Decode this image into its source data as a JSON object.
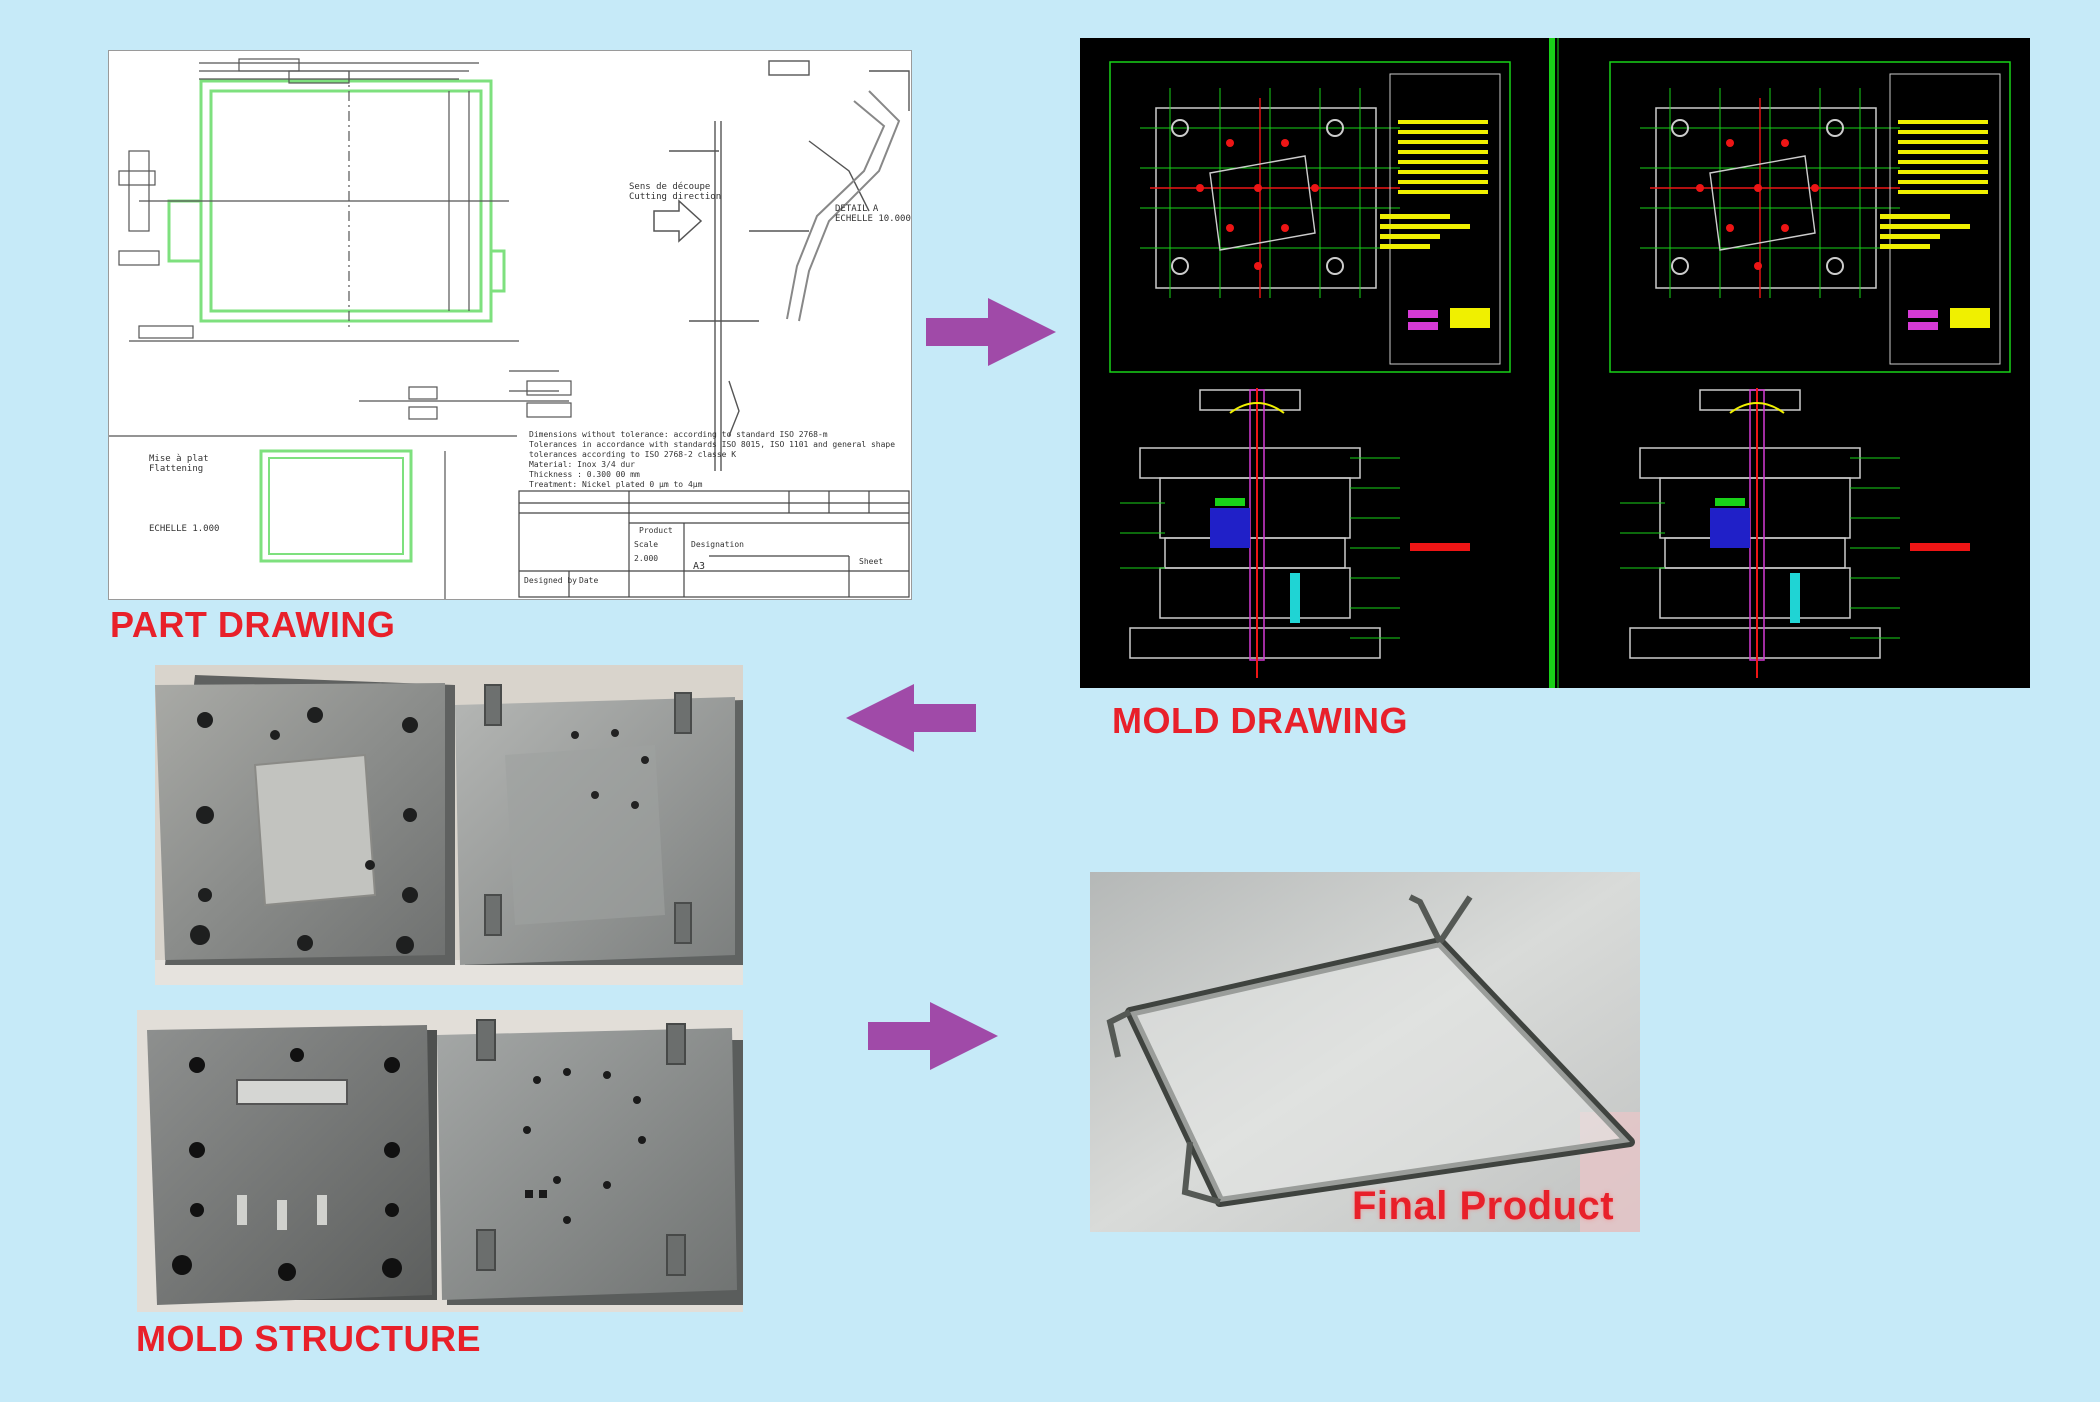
{
  "captions": {
    "part_drawing": "PART DRAWING",
    "mold_drawing": "MOLD DRAWING",
    "mold_structure": "MOLD STRUCTURE",
    "final_product": "Final Product"
  },
  "part_drawing_text": {
    "note_lines": [
      "Dimensions without tolerance: according to standard ISO 2768-m",
      "Tolerances in accordance with standards ISO 8015, ISO 1101 and general shape",
      "tolerances according to ISO 2768-2 classe K",
      "Material: Inox 3/4 dur",
      "Thickness : 0.300 00 mm",
      "Treatment: Nickel plated 0 µm to 4µm"
    ],
    "detail_label": "DETAIL A",
    "detail_scale": "ECHELLE 10.000",
    "cutting_label": "Sens de découpe",
    "cutting_label_en": "Cutting direction",
    "flat_label": "Mise à plat",
    "flat_label_en": "Flattening",
    "echelle": "ECHELLE 1.000",
    "scale_label": "Scale",
    "scale_value": "2.000",
    "sheet_label": "Sheet",
    "designation_label": "Designation",
    "product_label": "Product",
    "designed_label": "Designed by",
    "date_label": "Date",
    "format": "A3"
  },
  "colors": {
    "background": "#c6eaf8",
    "caption": "#e8202a",
    "arrow": "#a04aa8",
    "cad_bg": "#000000",
    "cad_green": "#19d219",
    "cad_yellow": "#f0f000",
    "cad_red": "#ee1515",
    "cad_magenta": "#d63ad6",
    "drawing_green": "#7ee07e"
  },
  "icons": {
    "arrow": "arrow-right-icon",
    "arrow_back": "arrow-left-icon"
  }
}
